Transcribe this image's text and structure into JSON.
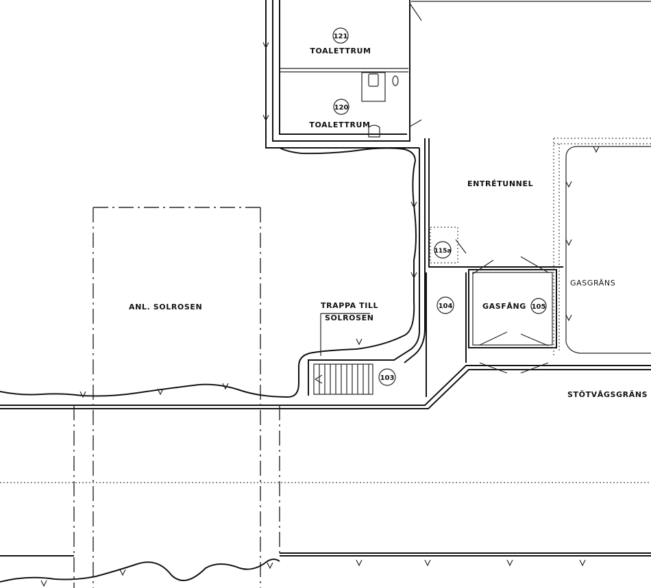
{
  "rooms": {
    "r121": {
      "number": "121",
      "name": "TOALETTRUM"
    },
    "r120": {
      "number": "120",
      "name": "TOALETTRUM"
    },
    "r115a": {
      "number": "115a"
    },
    "r104": {
      "number": "104"
    },
    "r105": {
      "number": "105",
      "name": "GASFÅNG"
    },
    "r103": {
      "number": "103"
    }
  },
  "labels": {
    "entretunnel": "ENTRÉTUNNEL",
    "anl_solrosen": "ANL. SOLROSEN",
    "trappa_line1": "TRAPPA TILL",
    "trappa_line2": "SOLROSEN",
    "gasgrans": "GASGRÄNS",
    "stotvagsgrans": "STÖTVÅGSGRÄNS"
  }
}
